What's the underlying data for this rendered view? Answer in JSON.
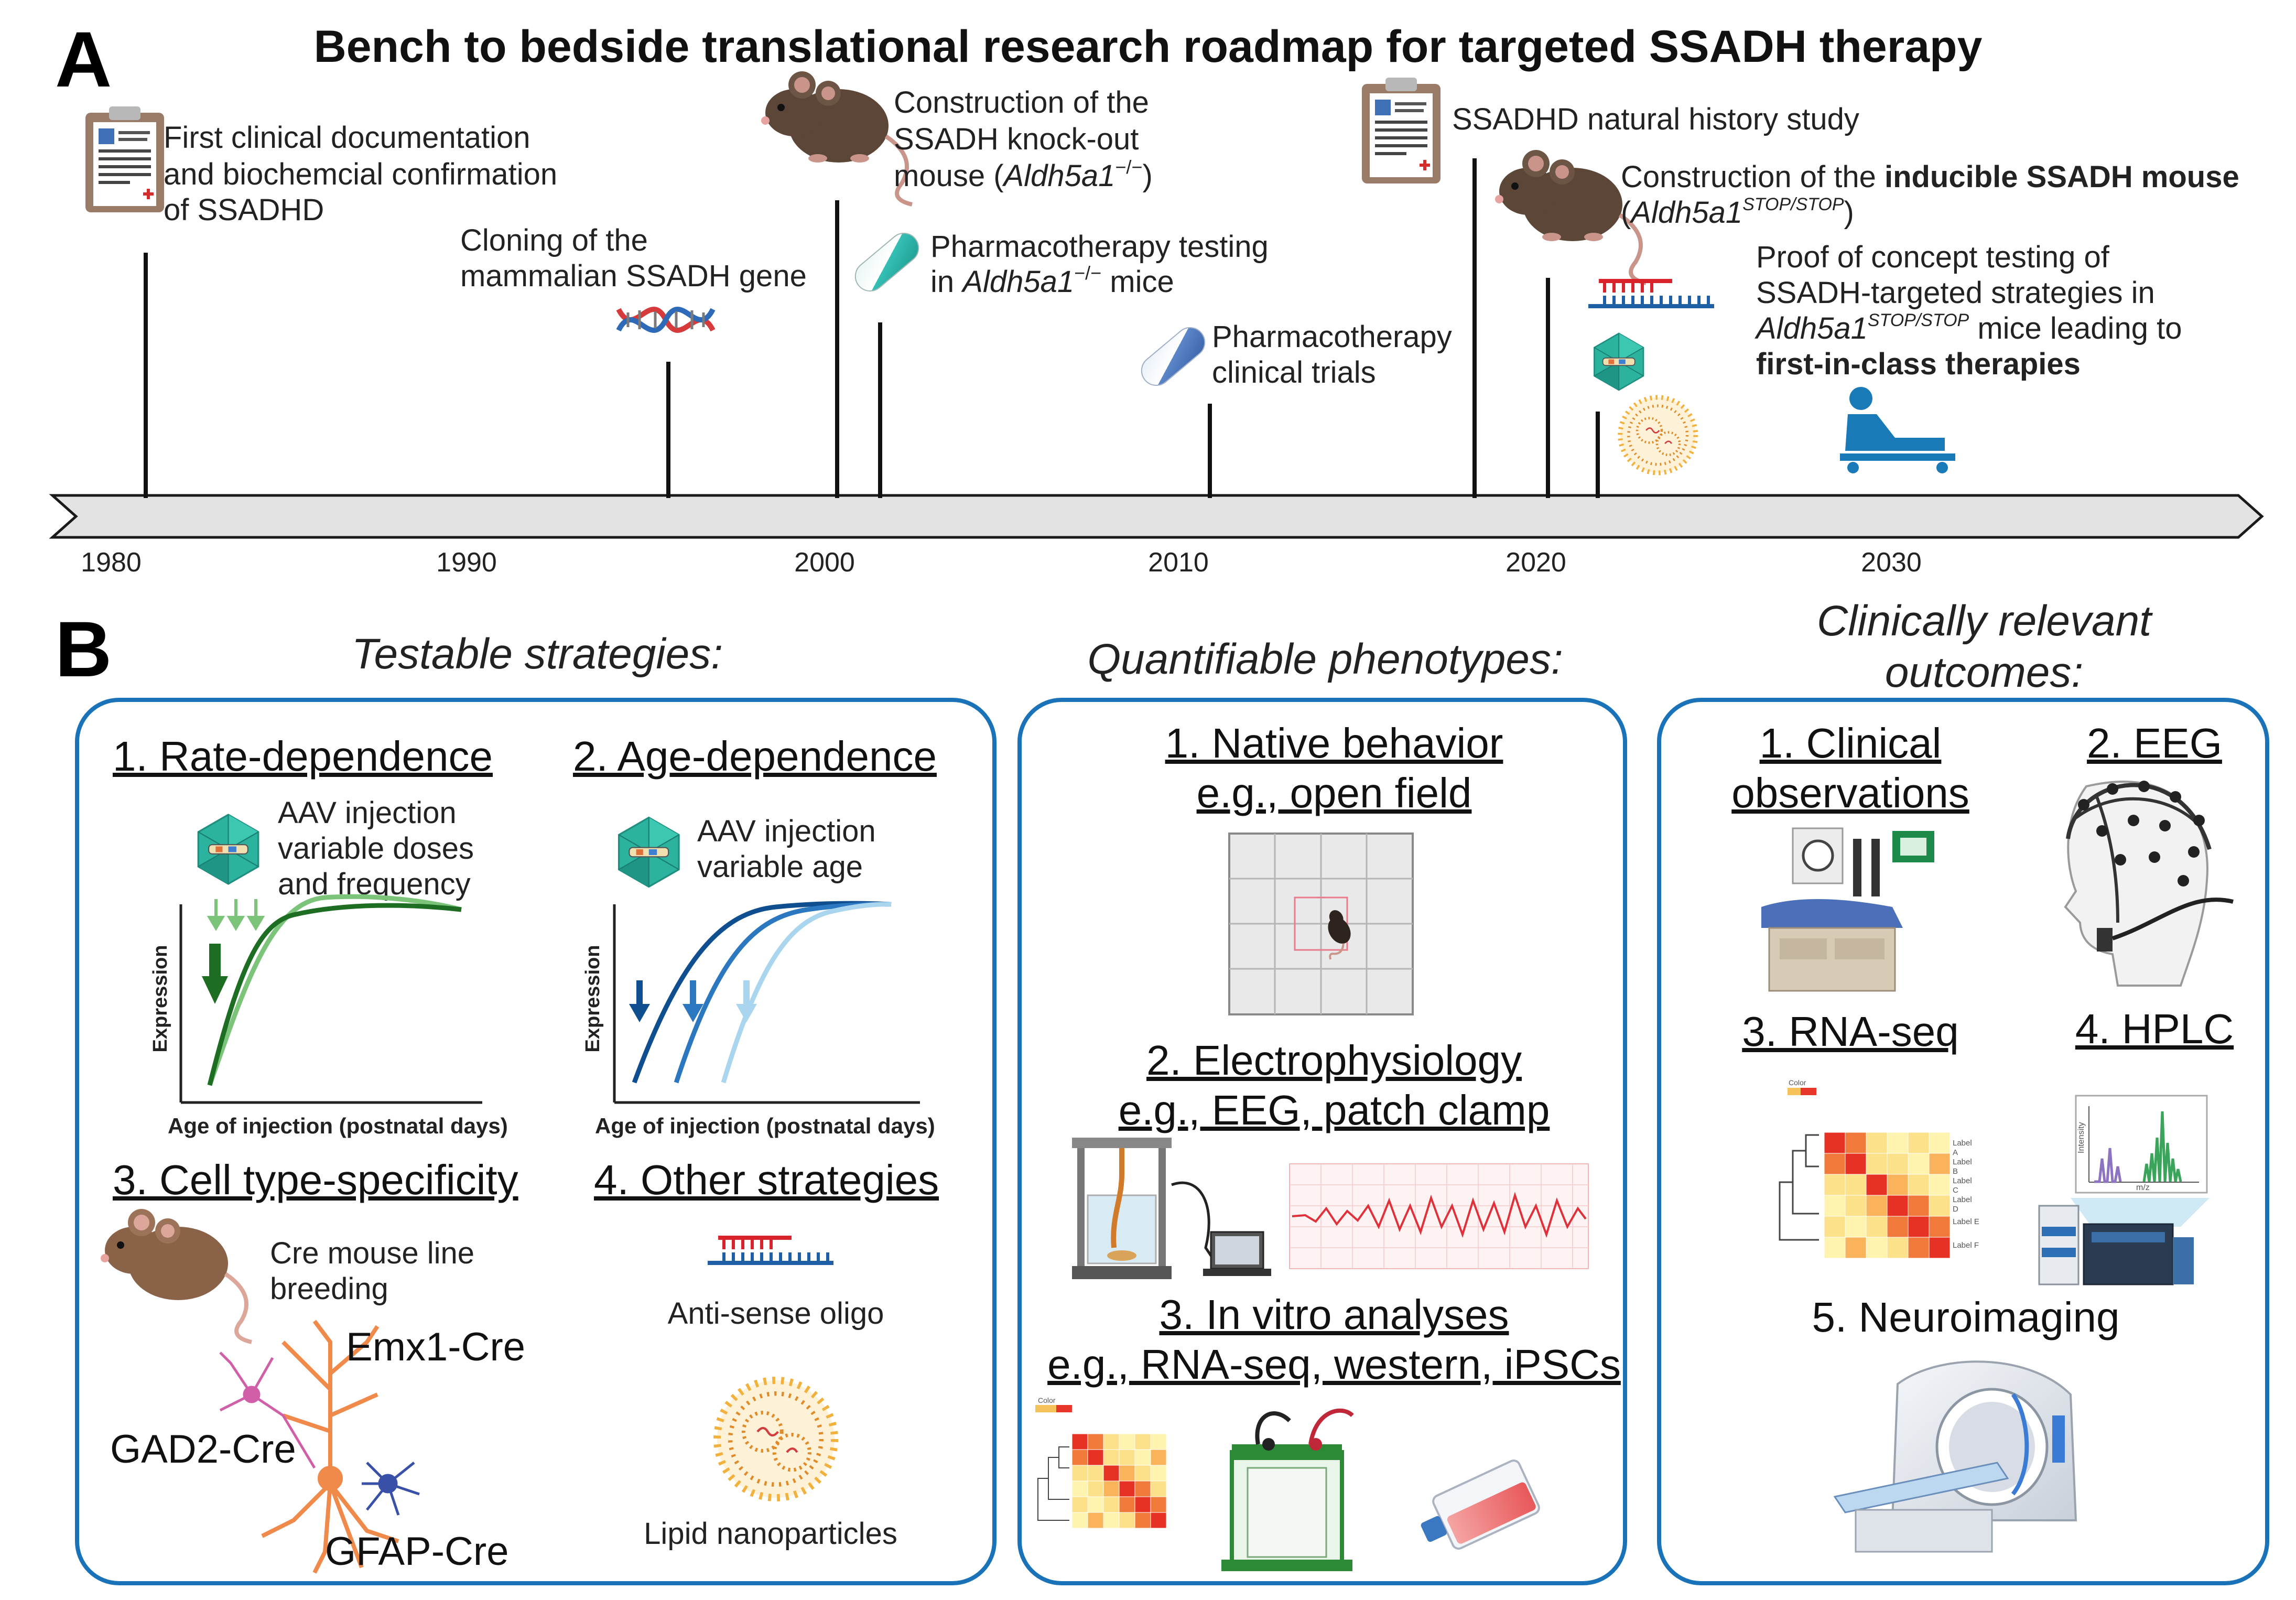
{
  "panel_a": {
    "letter": "A",
    "title": "Bench to bedside translational research roadmap for targeted SSADH therapy",
    "ticks": [
      "1980",
      "1990",
      "2000",
      "2010",
      "2020",
      "2030"
    ],
    "events": {
      "e1980": [
        "First clinical documentation",
        "and biochemcial confirmation",
        "of SSADHD"
      ],
      "e1995": [
        "Cloning of the",
        "mammalian SSADH gene"
      ],
      "e2000": [
        "Construction of the",
        "SSADH knock-out",
        "mouse ("
      ],
      "e2000_gene": "Aldh5a1",
      "e2000_sup": "−/−",
      "e2000_end": ")",
      "e2001_l1": "Pharmacotherapy testing",
      "e2001_l2a": "in ",
      "e2001_gene": "Aldh5a1",
      "e2001_sup": "−/−",
      "e2001_l2b": " mice",
      "e2011": [
        "Pharmacotherapy",
        "clinical trials"
      ],
      "e2018": "SSADHD natural history study",
      "e2020_l1a": "Construction of the ",
      "e2020_l1b": "inducible SSADH mouse",
      "e2020_l2a": "(",
      "e2020_gene": "Aldh5a1",
      "e2020_sup": "STOP/STOP",
      "e2020_l2b": ")",
      "e2022_l1": "Proof of concept testing of",
      "e2022_l2": "SSADH-targeted strategies  in",
      "e2022_gene": "Aldh5a1",
      "e2022_sup": "STOP/STOP",
      "e2022_l3b": " mice leading to",
      "e2022_l4": "first-in-class therapies"
    }
  },
  "panel_b": {
    "letter": "B",
    "headings": {
      "strategies": "Testable strategies:",
      "phenotypes": "Quantifiable phenotypes:",
      "outcomes_l1": "Clinically relevant",
      "outcomes_l2": "outcomes:"
    },
    "strategies": {
      "s1_title": "1. Rate-dependence",
      "s1_text": [
        "AAV injection",
        "variable doses",
        "and frequency"
      ],
      "s2_title": "2. Age-dependence",
      "s2_text": [
        "AAV injection",
        "variable age"
      ],
      "ylabel": "Expression",
      "xlabel": "Age of injection (postnatal days)",
      "s3_title": "3. Cell type-specificity",
      "s3_text": [
        "Cre mouse line",
        "breeding"
      ],
      "cre_labels": [
        "Emx1-Cre",
        "GAD2-Cre",
        "GFAP-Cre"
      ],
      "s4_title": "4. Other strategies",
      "aso": "Anti-sense oligo",
      "lnp": "Lipid nanoparticles"
    },
    "phenotypes": {
      "p1": [
        "1. Native behavior",
        "e.g., open field"
      ],
      "p2": [
        "2. Electrophysiology",
        "e.g., EEG, patch clamp"
      ],
      "p3": [
        "3. In vitro analyses",
        "e.g., RNA-seq, western, iPSCs"
      ]
    },
    "outcomes": {
      "o1": [
        "1. Clinical",
        "observations"
      ],
      "o2": "2. EEG",
      "o3": "3. RNA-seq",
      "o4": "4. HPLC",
      "o5": "5. Neuroimaging"
    },
    "heatmap": {
      "color_key": "Color",
      "row_labels": [
        "Label",
        "A",
        "Label",
        "B",
        "Label",
        "C",
        "Label",
        "D",
        "Label E",
        "Label F"
      ],
      "hplc_y": "Intensity",
      "hplc_x": "m/z"
    }
  },
  "colors": {
    "panel_border": "#1a73b8",
    "green_dark": "#1d6e23",
    "green_light": "#7cc47a",
    "blue_dark": "#0f4f8f",
    "blue_mid": "#2b77c0",
    "blue_light": "#a9d5ef",
    "neuron_orange": "#f08a4b",
    "aso_red": "#d8232a",
    "aso_blue": "#1f5fa6",
    "heat_red": "#e53224",
    "heat_yellow": "#fff3b0",
    "teal": "#27b3a3"
  }
}
